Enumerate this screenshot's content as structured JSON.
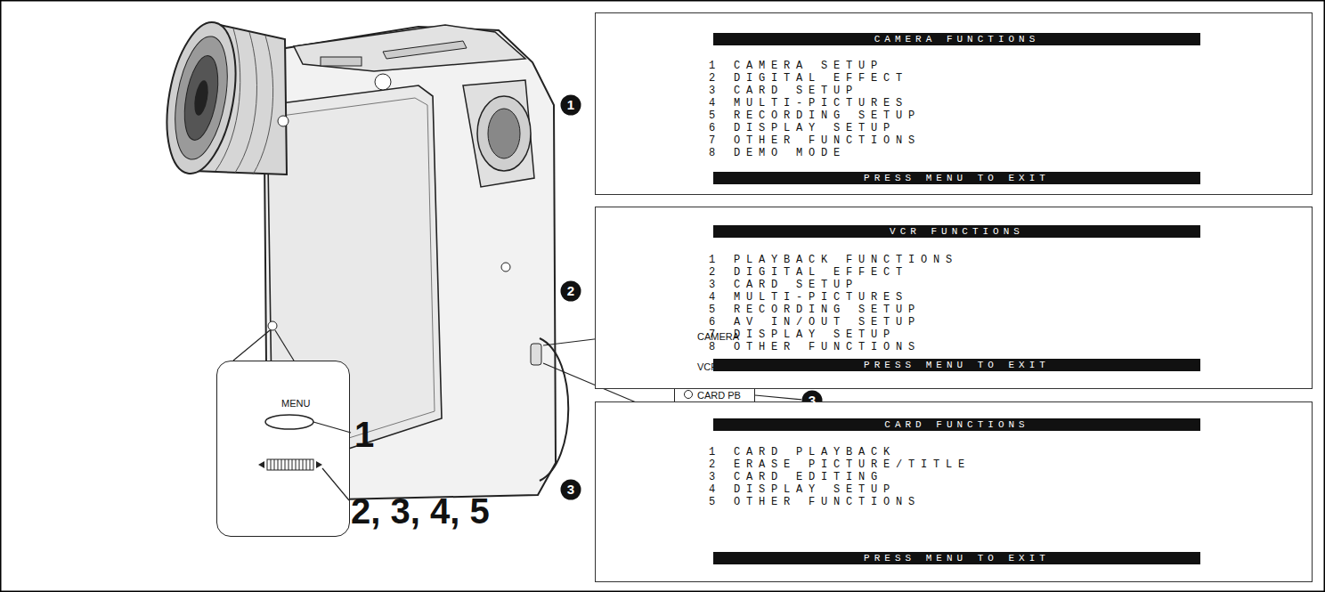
{
  "diagram": {
    "nodes": [
      {
        "text": [
          "MENU"
        ]
      },
      {
        "text": [
          "CAMERA",
          "VCR",
          "CARD PB"
        ]
      },
      {
        "text": [
          "1"
        ]
      },
      {
        "text": [
          "2"
        ]
      },
      {
        "text": [
          "3"
        ]
      },
      {
        "text": [
          "1"
        ]
      },
      {
        "text": [
          "CAMERA FUNCTIONS",
          "1 CAMERA SETUP",
          "2 DIGITAL EFFECT",
          "3 CARD SETUP",
          "4 MULTI-PICTURES",
          "5 RECORDING SETUP",
          "6 DISPLAY SETUP",
          "7 OTHER FUNCTIONS",
          "8 DEMO MODE",
          "PRESS MENU TO EXIT"
        ]
      },
      {
        "text": [
          "2"
        ]
      },
      {
        "text": [
          "VCR FUNCTIONS",
          "1 PLAYBACK FUNCTIONS",
          "2 DIGITAL EFFECT",
          "3 CARD SETUP",
          "4 MULTI-PICTURES",
          "5 RECORDING SETUP",
          "6 AV IN/OUT SETUP",
          "7 DISPLAY SETUP",
          "8 OTHER FUNCTIONS",
          "PRESS MENU TO EXIT"
        ]
      },
      {
        "text": [
          "3"
        ]
      },
      {
        "text": [
          "CARD FUNCTIONS",
          "1 CARD PLAYBACK",
          "2 ERASE PICTURE/TITLE",
          "3 CARD EDITING",
          "4 DISPLAY SETUP",
          "5 OTHER FUNCTIONS",
          "PRESS MENU TO EXIT"
        ]
      }
    ],
    "edges": [
      {
        "from": 1,
        "to": 2,
        "arrow": "none"
      },
      {
        "from": 1,
        "to": 3,
        "arrow": "none"
      },
      {
        "from": 1,
        "to": 4,
        "arrow": "none"
      }
    ],
    "labels": [
      "1",
      "2, 3, 4, 5"
    ]
  }
}
